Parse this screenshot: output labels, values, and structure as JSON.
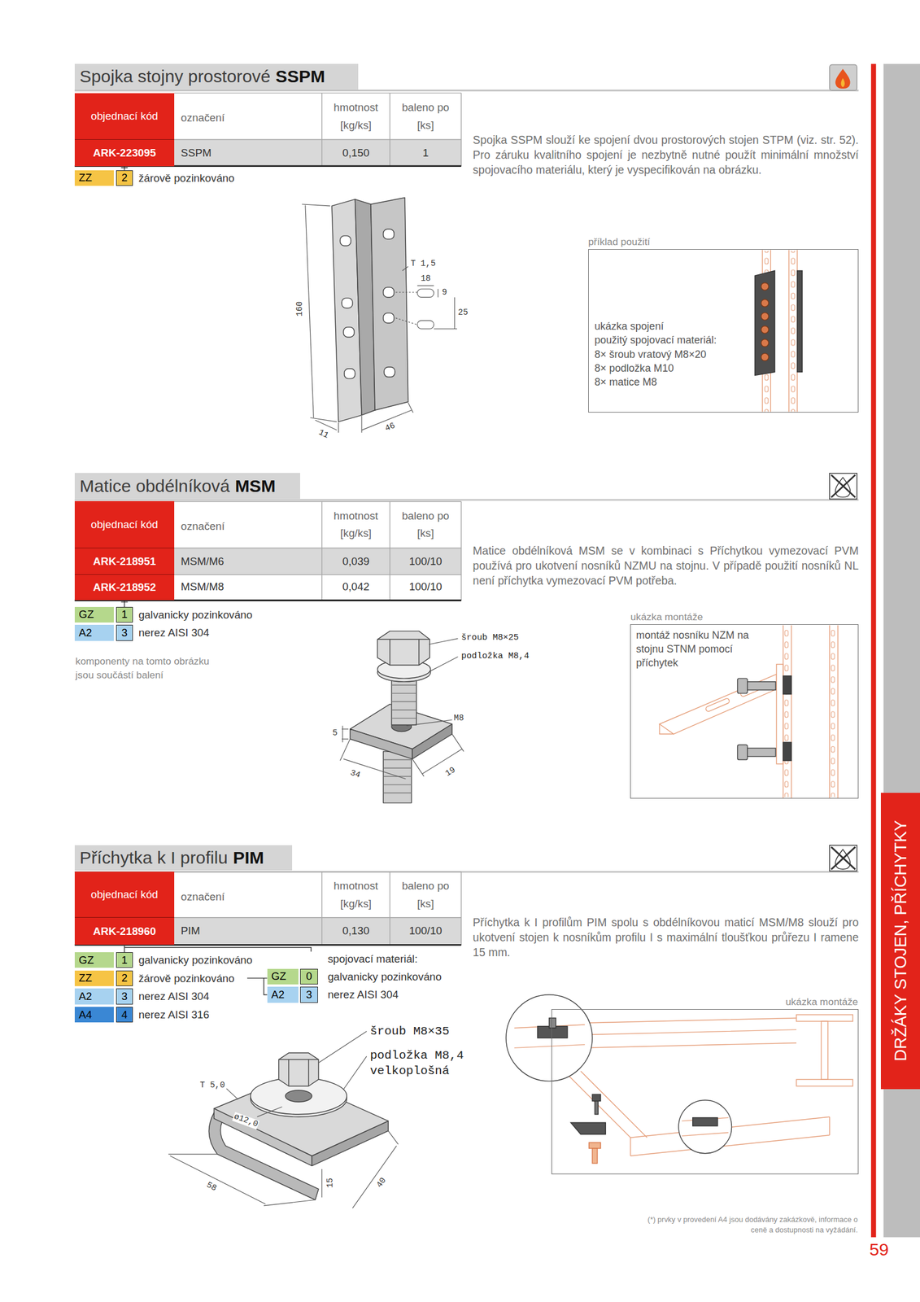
{
  "diagram": {
    "nodes": [
      {
        "text": [
          "Spojka stojny prostorové",
          "SSPM"
        ]
      },
      {
        "text": [
          "objednací kód"
        ]
      },
      {
        "text": [
          "ARK-223095"
        ]
      },
      {
        "text": [
          "ZZ"
        ]
      },
      {
        "text": [
          "2"
        ]
      },
      {
        "text": [
          "příklad použití",
          "ukázka spojení",
          "použitý spojovací materiál:",
          "8× šroub vratový M8×20",
          "8× podložka M10",
          "8× matice M8"
        ]
      },
      {
        "text": [
          "Matice obdélníková",
          "MSM"
        ]
      },
      {
        "text": [
          "objednací kód"
        ]
      },
      {
        "text": [
          "ARK-218951"
        ]
      },
      {
        "text": [
          "ARK-218952"
        ]
      },
      {
        "text": [
          "GZ"
        ]
      },
      {
        "text": [
          "1"
        ]
      },
      {
        "text": [
          "A2"
        ]
      },
      {
        "text": [
          "3"
        ]
      },
      {
        "text": [
          "ukázka montáže",
          "montáž nosníku NZM na stojnu STNM pomocí příchytek"
        ]
      },
      {
        "text": [
          "Příchytka k I profilu",
          "PIM"
        ]
      },
      {
        "text": [
          "objednací kód"
        ]
      },
      {
        "text": [
          "ARK-218960"
        ]
      },
      {
        "text": [
          "GZ"
        ]
      },
      {
        "text": [
          "1"
        ]
      },
      {
        "text": [
          "ZZ"
        ]
      },
      {
        "text": [
          "2"
        ]
      },
      {
        "text": [
          "A2"
        ]
      },
      {
        "text": [
          "3"
        ]
      },
      {
        "text": [
          "A4"
        ]
      },
      {
        "text": [
          "4"
        ]
      },
      {
        "text": [
          "GZ"
        ]
      },
      {
        "text": [
          "0"
        ]
      },
      {
        "text": [
          "A2"
        ]
      },
      {
        "text": [
          "3"
        ]
      },
      {
        "text": [
          "ukázka montáže"
        ]
      },
      {
        "text": [
          "DRŽÁKY STOJEN, PŘÍCHYTKY"
        ]
      }
    ],
    "labels": [
      "označení",
      "hmotnost [kg/ks]",
      "baleno po [ks]",
      "SSPM",
      "0,150",
      "1",
      "žárově pozinkováno",
      "Spojka SSPM slouží ke spojení dvou prostorových stojen STPM (viz. str. 52). Pro záruku kvalitního spojení je nezbytně nutné použít minimální množství spojovacího materiálu, který je vyspecifikován na obrázku.",
      "T 1,5",
      "18",
      "9",
      "25",
      "160",
      "11",
      "46",
      "označení",
      "hmotnost [kg/ks]",
      "baleno po [ks]",
      "MSM/M6",
      "0,039",
      "100/10",
      "MSM/M8",
      "0,042",
      "100/10",
      "galvanicky pozinkováno",
      "nerez AISI 304",
      "komponenty na tomto obrázku jsou součástí balení",
      "Matice obdélníková MSM se v kombinaci s Příchytkou vymezovací PVM používá pro ukotvení nosníků NZMU na stojnu. V případě použití nosníků NL není příchytka vymezovací PVM potřeba.",
      "šroub M8×25",
      "podložka M8,4",
      "M8",
      "34",
      "19",
      "5",
      "označení",
      "hmotnost [kg/ks]",
      "baleno po [ks]",
      "PIM",
      "0,130",
      "100/10",
      "galvanicky pozinkováno",
      "žárově pozinkováno",
      "nerez AISI 304",
      "nerez AISI 316",
      "spojovací materiál:",
      "galvanicky pozinkováno",
      "nerez AISI 304",
      "Příchytka k I profilům PIM spolu s obdélníkovou maticí MSM/M8 slouží pro ukotvení stojen k nosníkům profilu I s maximální tloušťkou průřezu I ramene 15 mm.",
      "šroub M8×35",
      "podložka M8,4 velkoplošná",
      "T 5,0",
      "ø12,0",
      "58",
      "40",
      "15",
      "(*) prvky v provedení A4 jsou dodávány zakázkově, informace o ceně a dostupnosti na vyžádání.",
      "59"
    ]
  }
}
